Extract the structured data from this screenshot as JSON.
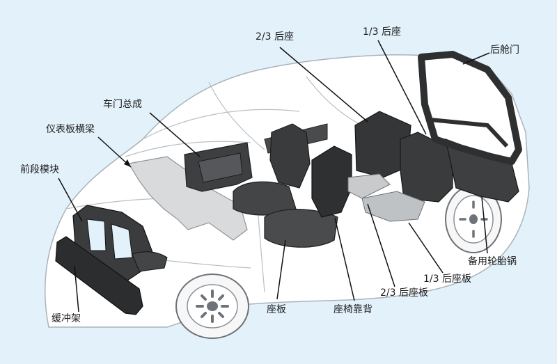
{
  "labels": {
    "rear_seat_2_3": "2/3 后座",
    "rear_seat_1_3": "1/3 后座",
    "tailgate": "后舱门",
    "door_assembly": "车门总成",
    "dashboard_crossbeam": "仪表板横梁",
    "front_module": "前段模块",
    "bumper_frame": "缓冲架",
    "seat_pan": "座板",
    "seat_backrest": "座椅靠背",
    "rear_seat_panel_2_3": "2/3 后座板",
    "rear_seat_panel_1_3": "1/3 后座板",
    "spare_tire_well": "备用轮胎锅"
  },
  "colors": {
    "background": "#e3f1fb",
    "car_body": "#ffffff",
    "outline": "#a9b3ba",
    "dark_part": "#3e3f41",
    "grey_part": "#d8dadb",
    "leader": "#111111"
  }
}
